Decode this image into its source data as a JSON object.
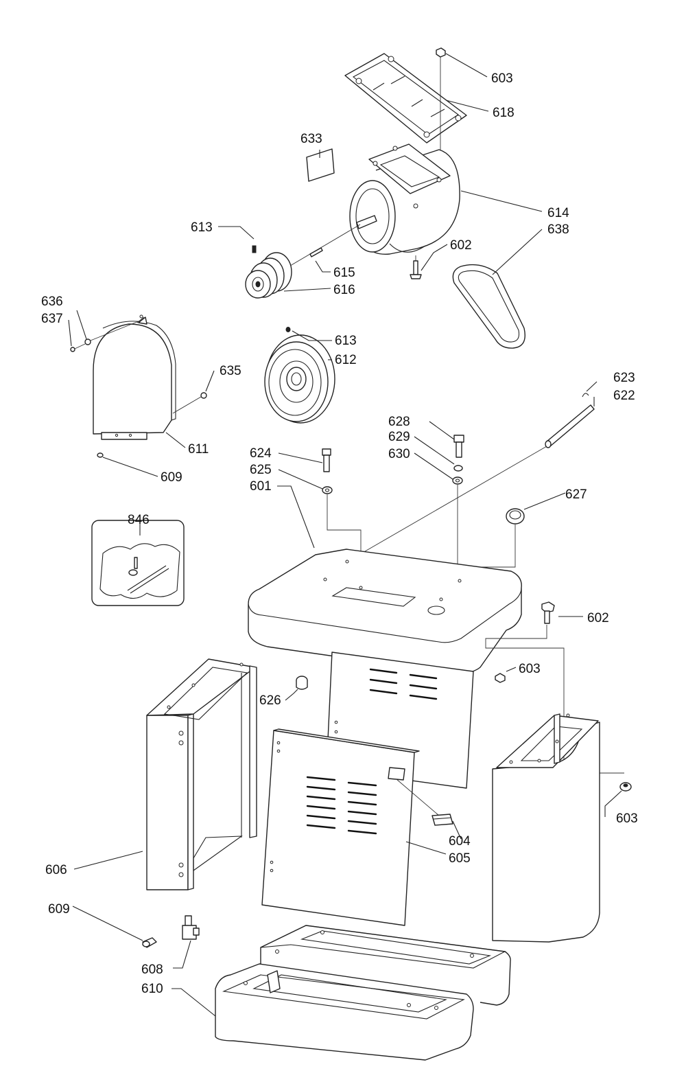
{
  "callouts": {
    "c601": "601",
    "c602a": "602",
    "c602b": "602",
    "c603a": "603",
    "c603b": "603",
    "c603c": "603",
    "c604": "604",
    "c605": "605",
    "c606": "606",
    "c608": "608",
    "c609a": "609",
    "c609b": "609",
    "c610": "610",
    "c611": "611",
    "c612": "612",
    "c613a": "613",
    "c613b": "613",
    "c614": "614",
    "c615": "615",
    "c616": "616",
    "c618": "618",
    "c622": "622",
    "c623": "623",
    "c624": "624",
    "c625": "625",
    "c626": "626",
    "c627": "627",
    "c628": "628",
    "c629": "629",
    "c630": "630",
    "c633": "633",
    "c635": "635",
    "c636": "636",
    "c637": "637",
    "c638": "638",
    "c846": "846"
  }
}
